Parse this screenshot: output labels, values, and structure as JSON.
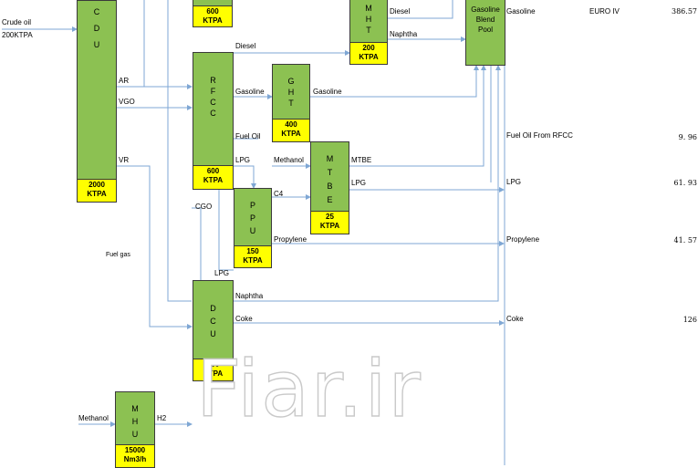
{
  "units": {
    "cdu": {
      "letters": [
        "C",
        "D",
        "U"
      ],
      "capacity": [
        "2000",
        "KTPA"
      ]
    },
    "top_left": {
      "capacity": "600",
      "capacity_unit": "KTPA"
    },
    "mht": {
      "letters": [
        "M",
        "H",
        "T"
      ],
      "capacity": [
        "200",
        "KTPA"
      ]
    },
    "blend": {
      "lines": [
        "Gasoline",
        "Blend",
        "Pool"
      ]
    },
    "rfcc": {
      "letters": [
        "R",
        "F",
        "C",
        "C"
      ],
      "capacity": [
        "600",
        "KTPA"
      ]
    },
    "ght": {
      "letters": [
        "G",
        "H",
        "T"
      ],
      "capacity": [
        "400",
        "KTPA"
      ]
    },
    "mtbe": {
      "letters": [
        "M",
        "T",
        "B",
        "E"
      ],
      "capacity": [
        "25",
        "KTPA"
      ]
    },
    "ppu": {
      "letters": [
        "P",
        "P",
        "U"
      ],
      "capacity": [
        "150",
        "KTPA"
      ]
    },
    "dcu": {
      "letters": [
        "D",
        "C",
        "U"
      ],
      "capacity": [
        "400",
        "KTPA"
      ]
    },
    "mhu": {
      "letters": [
        "M",
        "H",
        "U"
      ],
      "capacity": [
        "15000",
        "Nm3/h"
      ]
    }
  },
  "labels": {
    "crude_oil": "Crude oil",
    "crude_cap": "200KTPA",
    "ar": "AR",
    "vgo": "VGO",
    "vr": "VR",
    "diesel_top": "Diesel",
    "naphtha_top": "Naphtha",
    "diesel_rfcc": "Diesel",
    "gasoline_rfcc": "Gasoline",
    "gasoline_ght": "Gasoline",
    "fuel_oil": "Fuel Oil",
    "lpg_rfcc": "LPG",
    "methanol_mtbe": "Methanol",
    "mtbe": "MTBE",
    "lpg_mtbe": "LPG",
    "c4": "C4",
    "cgo": "CGO",
    "propylene_ppu": "Propylene",
    "fuel_gas": "Fuel gas",
    "lpg_dcu": "LPG",
    "naphtha_dcu": "Naphtha",
    "coke_dcu": "Coke",
    "methanol_mhu": "Methanol",
    "h2": "H2"
  },
  "products": [
    {
      "name": "Gasoline",
      "grade": "EURO IV",
      "value": "386.57"
    },
    {
      "name": "Fuel Oil From RFCC",
      "grade": "",
      "value": "9. 96"
    },
    {
      "name": "LPG",
      "grade": "",
      "value": "61. 93"
    },
    {
      "name": "Propylene",
      "grade": "",
      "value": "41. 57"
    },
    {
      "name": "Coke",
      "grade": "",
      "value": "126"
    }
  ],
  "watermark": "Fiar.ir",
  "colors": {
    "unit_fill": "#8cc152",
    "capacity_fill": "#ffff00",
    "flow_line": "#7fa7d4"
  }
}
